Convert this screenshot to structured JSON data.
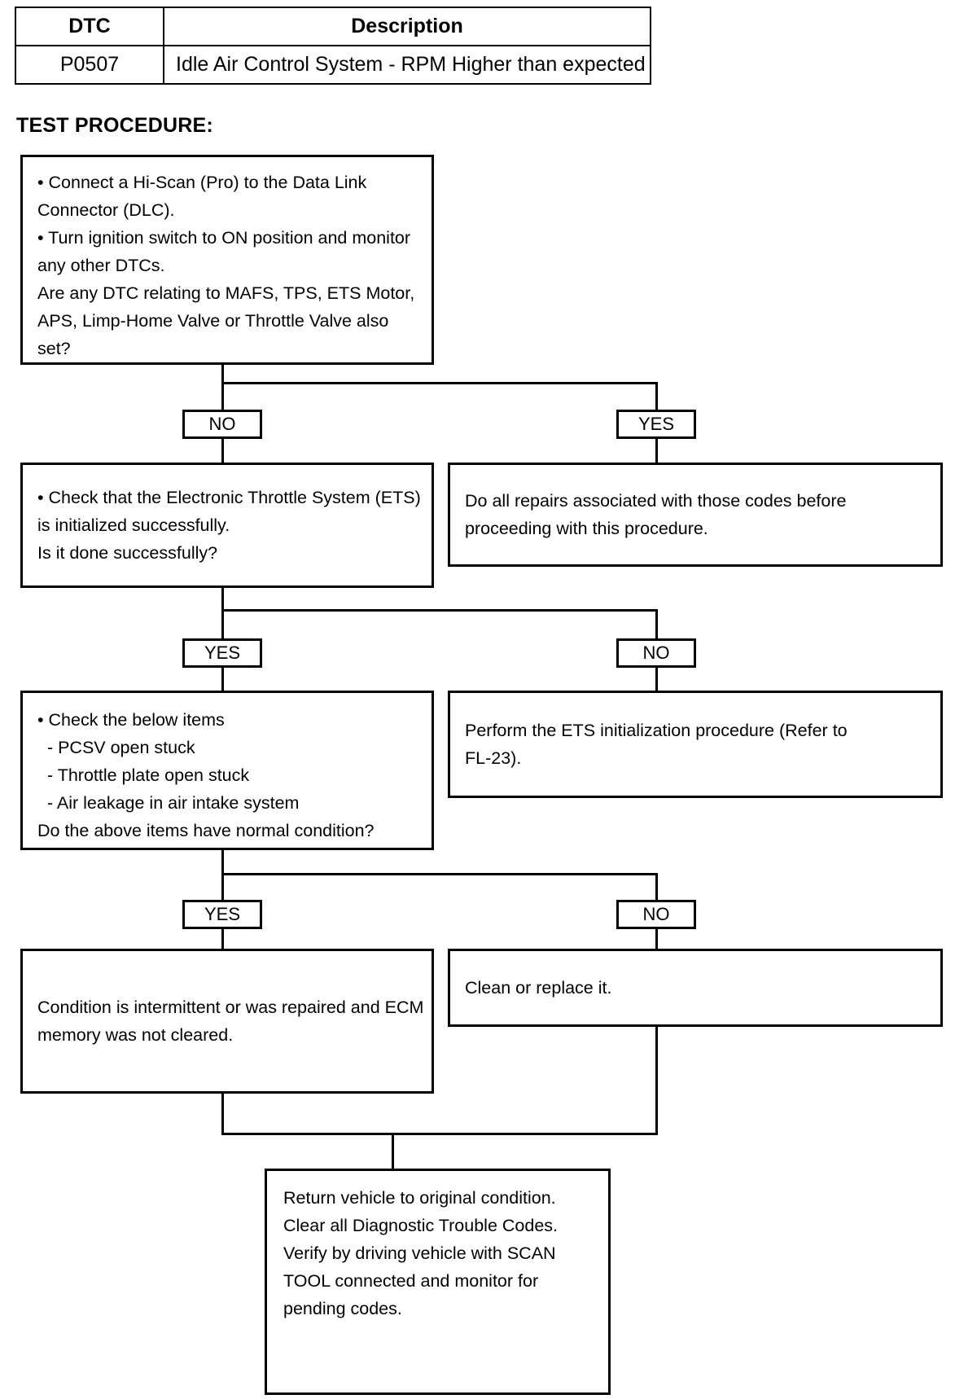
{
  "dtc_table": {
    "headers": [
      "DTC",
      "Description"
    ],
    "rows": [
      [
        "P0507",
        "Idle Air Control System - RPM Higher than expected"
      ]
    ]
  },
  "section": {
    "title": "TEST PROCEDURE:"
  },
  "flow": {
    "box1": {
      "lines": [
        "• Connect a Hi-Scan (Pro) to the Data Link",
        "Connector (DLC).",
        "• Turn ignition switch to ON position and monitor",
        "any other DTCs.",
        "Are any DTC relating to MAFS, TPS, ETS Motor,",
        "APS, Limp-Home Valve or Throttle Valve also",
        "set?"
      ]
    },
    "branch1": {
      "left_label": "NO",
      "right_label": "YES"
    },
    "box2_left": {
      "lines": [
        "• Check that the Electronic Throttle System (ETS)",
        "is initialized successfully.",
        "Is it done successfully?"
      ]
    },
    "box2_right": {
      "lines": [
        "Do all repairs associated with those codes before",
        "proceeding with this procedure."
      ]
    },
    "branch2": {
      "left_label": "YES",
      "right_label": "NO"
    },
    "box3_left": {
      "lines": [
        "• Check the below items",
        "  - PCSV open stuck",
        "  - Throttle plate open stuck",
        "  - Air leakage in air intake system",
        "Do the above items have normal condition?"
      ]
    },
    "box3_right": {
      "lines": [
        "Perform the ETS initialization procedure (Refer to",
        "FL-23)."
      ]
    },
    "branch3": {
      "left_label": "YES",
      "right_label": "NO"
    },
    "box4_left": {
      "lines": [
        "Condition is intermittent or was repaired and ECM",
        "memory was not cleared."
      ]
    },
    "box4_right": {
      "lines": [
        "Clean or replace it."
      ]
    },
    "box5_final": {
      "lines": [
        "Return vehicle to original condition.",
        "Clear all Diagnostic Trouble Codes.",
        "Verify by driving vehicle with SCAN",
        "TOOL connected and monitor for",
        "pending codes."
      ]
    }
  },
  "colors": {
    "ink": "#000000",
    "paper": "#ffffff"
  }
}
